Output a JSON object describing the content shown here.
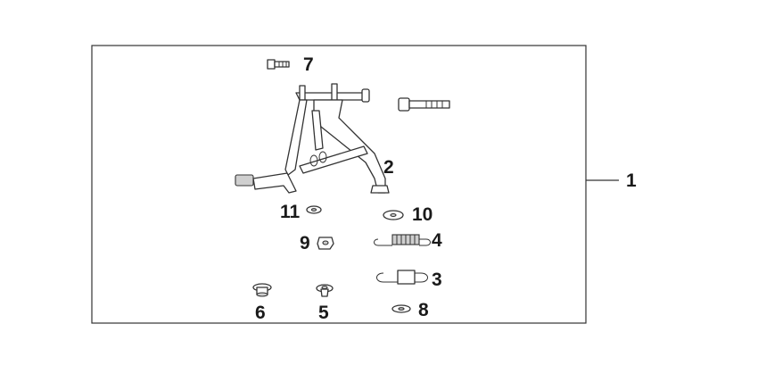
{
  "diagram": {
    "frame_color": "#333333",
    "callouts": {
      "assembly": "1",
      "main_stand": "2",
      "spring_large": "3",
      "spring_small": "4",
      "pivot_pin": "5",
      "collar": "6",
      "bolt_small": "7",
      "washer_small": "8",
      "nut": "9",
      "washer_10": "10",
      "washer_11": "11"
    }
  }
}
